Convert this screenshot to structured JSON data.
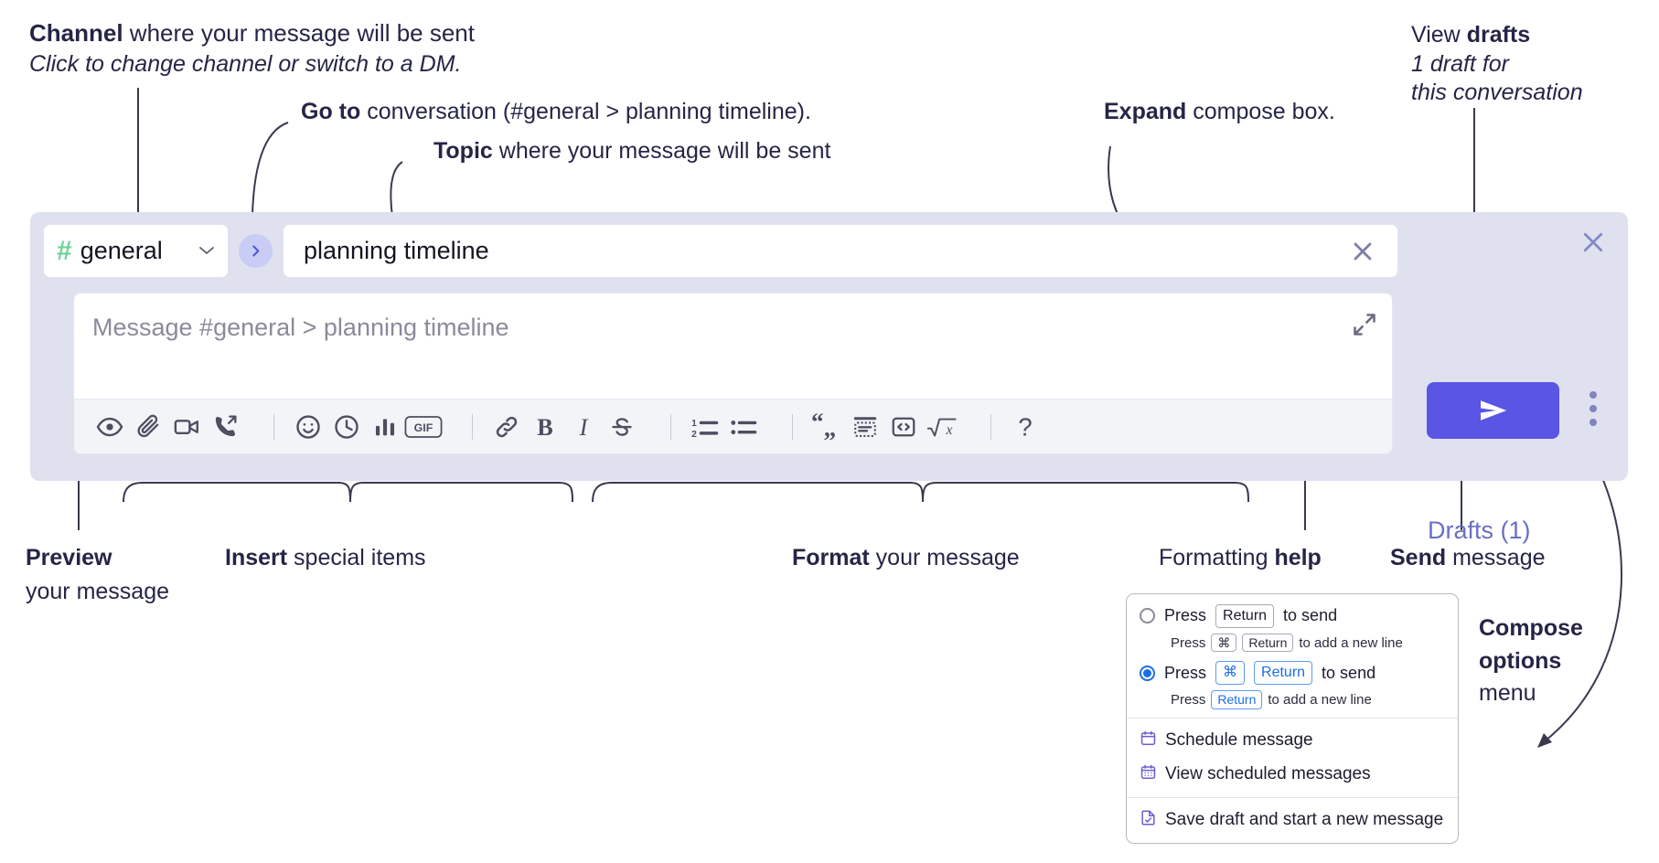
{
  "annotations": {
    "channel_title_bold": "Channel",
    "channel_title_rest": " where your message will be sent",
    "channel_sub": "Click to change channel or switch to a DM.",
    "goto_bold": "Go to",
    "goto_rest": " conversation (#general > planning timeline).",
    "topic_bold": "Topic",
    "topic_rest": " where your message will be sent",
    "expand_bold": "Expand",
    "expand_rest": " compose box.",
    "drafts_line1_pre": "View ",
    "drafts_line1_bold": "drafts",
    "drafts_line2": "1 draft for",
    "drafts_line3": "this conversation",
    "preview_bold": "Preview",
    "preview_line2": "your message",
    "insert_bold": "Insert",
    "insert_rest": " special items",
    "format_bold": "Format",
    "format_rest": " your message",
    "help_pre": "Formatting ",
    "help_bold": "help",
    "send_bold": "Send",
    "send_rest": " message",
    "compose_bold1": "Compose",
    "compose_bold2": "options",
    "compose_rest": "menu"
  },
  "composer": {
    "channel": {
      "hash": "#",
      "name": "general",
      "chevron": "chevron-down"
    },
    "goto_button": "go-to-conversation",
    "topic": {
      "value": "planning timeline",
      "clear": "clear-topic"
    },
    "message": {
      "placeholder": "Message #general > planning timeline",
      "value": ""
    },
    "expand_label": "expand-compose-box",
    "drafts_label": "Drafts (1)",
    "send_label": "send",
    "kebab_label": "compose-options",
    "close_label": "close",
    "toolbar": [
      {
        "name": "preview-icon",
        "title": "Preview"
      },
      {
        "name": "attachment-icon",
        "title": "Attach file"
      },
      {
        "name": "video-clip-icon",
        "title": "Record video clip"
      },
      {
        "name": "audio-clip-icon",
        "title": "Record audio clip"
      },
      {
        "sep": true
      },
      {
        "name": "emoji-icon",
        "title": "Emoji"
      },
      {
        "name": "clock-icon",
        "title": "Schedule"
      },
      {
        "name": "poll-icon",
        "title": "Poll"
      },
      {
        "name": "gif-icon",
        "title": "GIF",
        "text": "GIF"
      },
      {
        "sep": true
      },
      {
        "name": "link-icon",
        "title": "Link"
      },
      {
        "name": "bold-icon",
        "title": "Bold",
        "text": "B"
      },
      {
        "name": "italic-icon",
        "title": "Italic",
        "text": "I"
      },
      {
        "name": "strikethrough-icon",
        "title": "Strikethrough"
      },
      {
        "sep": true
      },
      {
        "name": "ordered-list-icon",
        "title": "Ordered list"
      },
      {
        "name": "bulleted-list-icon",
        "title": "Bulleted list"
      },
      {
        "sep": true
      },
      {
        "name": "blockquote-icon",
        "title": "Blockquote"
      },
      {
        "name": "code-block-icon",
        "title": "Code block"
      },
      {
        "name": "code-icon",
        "title": "Code"
      },
      {
        "name": "math-icon",
        "title": "Math"
      },
      {
        "sep": true
      },
      {
        "name": "help-icon",
        "title": "Formatting help",
        "text": "?"
      }
    ]
  },
  "compose_menu": {
    "option1": {
      "selected": false,
      "press": "Press",
      "key": "Return",
      "to_send": "to send",
      "sub_press": "Press",
      "sub_key1": "⌘",
      "sub_key2": "Return",
      "sub_tail": "to add a new line"
    },
    "option2": {
      "selected": true,
      "press": "Press",
      "key1": "⌘",
      "key2": "Return",
      "to_send": "to send",
      "sub_press": "Press",
      "sub_key": "Return",
      "sub_tail": "to add a new line"
    },
    "items": [
      {
        "icon": "calendar-icon",
        "label": "Schedule message"
      },
      {
        "icon": "calendar-grid-icon",
        "label": "View scheduled messages"
      },
      {
        "icon": "save-draft-icon",
        "label": "Save draft and start a new message",
        "divider": true
      }
    ]
  },
  "colors": {
    "panel_bg": "#dfe1ef",
    "accent_send": "#5b55e5",
    "hash_green": "#6fd39a",
    "goto_circle": "#c9ccf5",
    "drafts_text": "#6b6fc4",
    "radio_blue": "#1a6fe8"
  }
}
